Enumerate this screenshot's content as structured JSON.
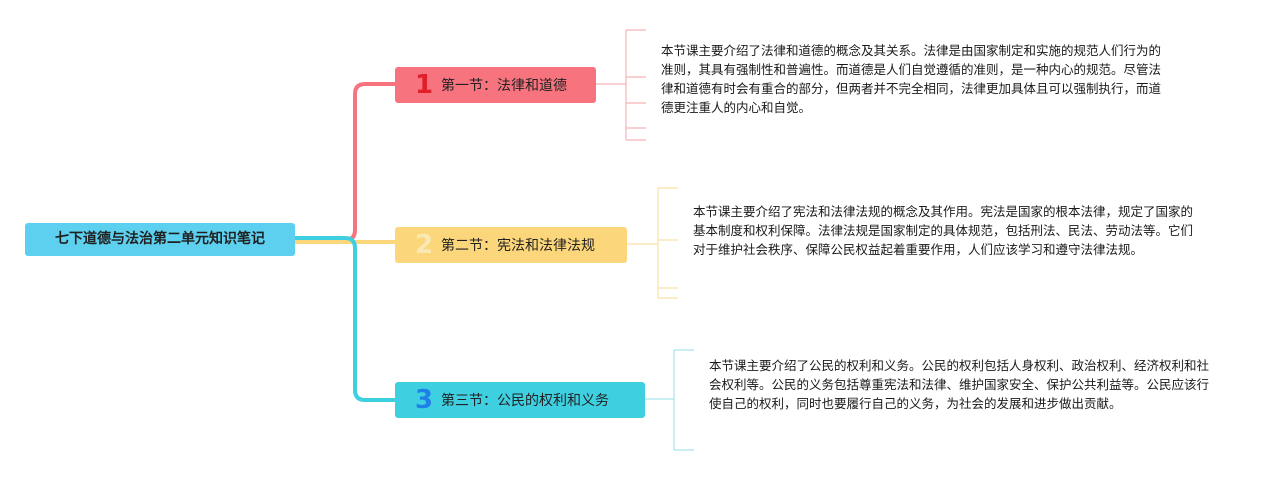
{
  "root": {
    "title": "七下道德与法治第二单元知识笔记"
  },
  "sections": [
    {
      "number": "1",
      "title": "第一节：法律和道德",
      "note": "本节课主要介绍了法律和道德的概念及其关系。法律是由国家制定和实施的规范人们行为的准则，其具有强制性和普遍性。而道德是人们自觉遵循的准则，是一种内心的规范。尽管法律和道德有时会有重合的部分，但两者并不完全相同，法律更加具体且可以强制执行，而道德更注重人的内心和自觉。"
    },
    {
      "number": "2",
      "title": "第二节：宪法和法律法规",
      "note": "本节课主要介绍了宪法和法律法规的概念及其作用。宪法是国家的根本法律，规定了国家的基本制度和权利保障。法律法规是国家制定的具体规范，包括刑法、民法、劳动法等。它们对于维护社会秩序、保障公民权益起着重要作用，人们应该学习和遵守法律法规。"
    },
    {
      "number": "3",
      "title": "第三节：公民的权利和义务",
      "note": "本节课主要介绍了公民的权利和义务。公民的权利包括人身权利、政治权利、经济权利和社会权利等。公民的义务包括尊重宪法和法律、维护国家安全、保护公共利益等。公民应该行使自己的权利，同时也要履行自己的义务，为社会的发展和进步做出贡献。"
    }
  ],
  "colors": {
    "root": "#5dd0ef",
    "branch1": "#f7737e",
    "branch2": "#fcd67a",
    "branch3": "#3ecfe1",
    "bracket1": "#f3b3b8",
    "bracket2": "#fbe2a6",
    "bracket3": "#a9e3ec"
  }
}
